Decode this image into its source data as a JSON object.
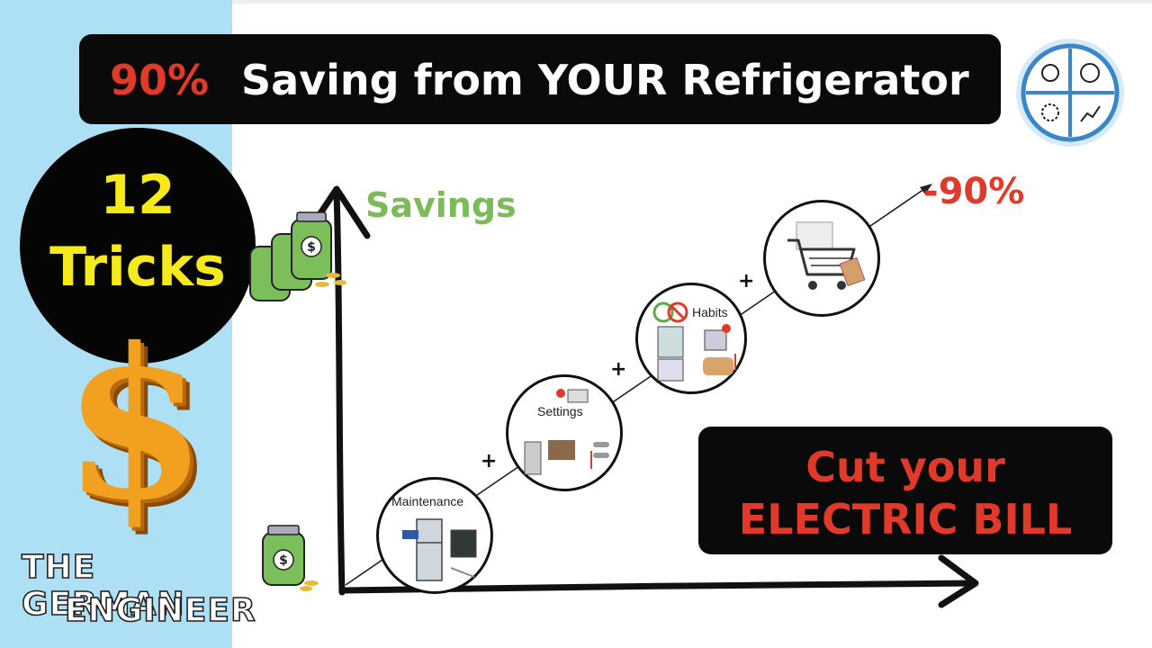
{
  "title": {
    "percent": "90%",
    "text": "Saving from YOUR Refrigerator"
  },
  "tricks": {
    "number": "12",
    "word": "Tricks"
  },
  "dollar": "$",
  "brand": {
    "line1": "THE GERMAN",
    "line2": "ENGINEER"
  },
  "graph": {
    "y_label": "Savings",
    "target": "-90%",
    "steps": [
      {
        "label": "Maintenance"
      },
      {
        "label": "Settings"
      },
      {
        "label": "Habits"
      },
      {
        "label": ""
      }
    ],
    "plus": "+"
  },
  "cta": {
    "line1": "Cut your",
    "line2": "ELECTRIC BILL"
  },
  "colors": {
    "accent_red": "#e23a2a",
    "savings_green": "#7cba5a",
    "tricks_yellow": "#f7ea1c",
    "strip_blue": "#aee0f5",
    "gold": "#f2a020"
  },
  "icons": [
    "money-jar-icon",
    "dollar-sign-icon",
    "fridge-icon",
    "thermometer-icon",
    "shopping-cart-icon",
    "channel-logo-icon"
  ]
}
